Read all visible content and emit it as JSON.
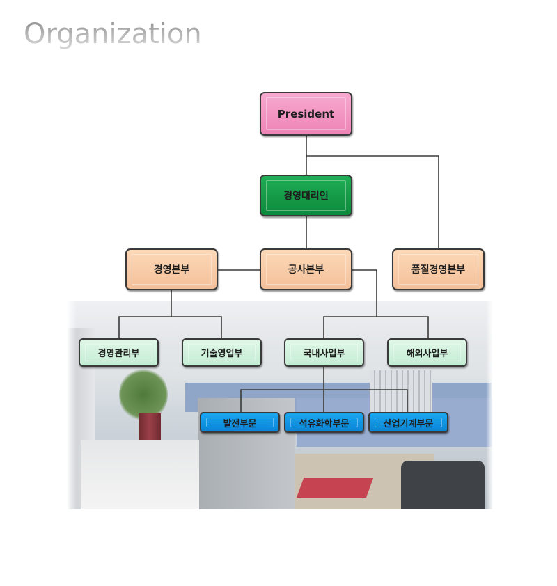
{
  "header": {
    "title": "Organization"
  },
  "org_chart": {
    "president": "President",
    "deputy": "경영대리인",
    "headquarters": [
      "경영본부",
      "공사본부",
      "품질경영본부"
    ],
    "departments": [
      "경영관리부",
      "기술영업부",
      "국내사업부",
      "해외사업부"
    ],
    "divisions": [
      "발전부문",
      "석유화학부문",
      "산업기계부문"
    ],
    "colors": {
      "president": "#f19cc5",
      "deputy": "#139a48",
      "headquarters": "#f8cca9",
      "departments": "#d2f2de",
      "divisions": "#1196e4",
      "lines": "#3a3a3a"
    }
  },
  "background_photo": {
    "subject": "office-interior"
  }
}
